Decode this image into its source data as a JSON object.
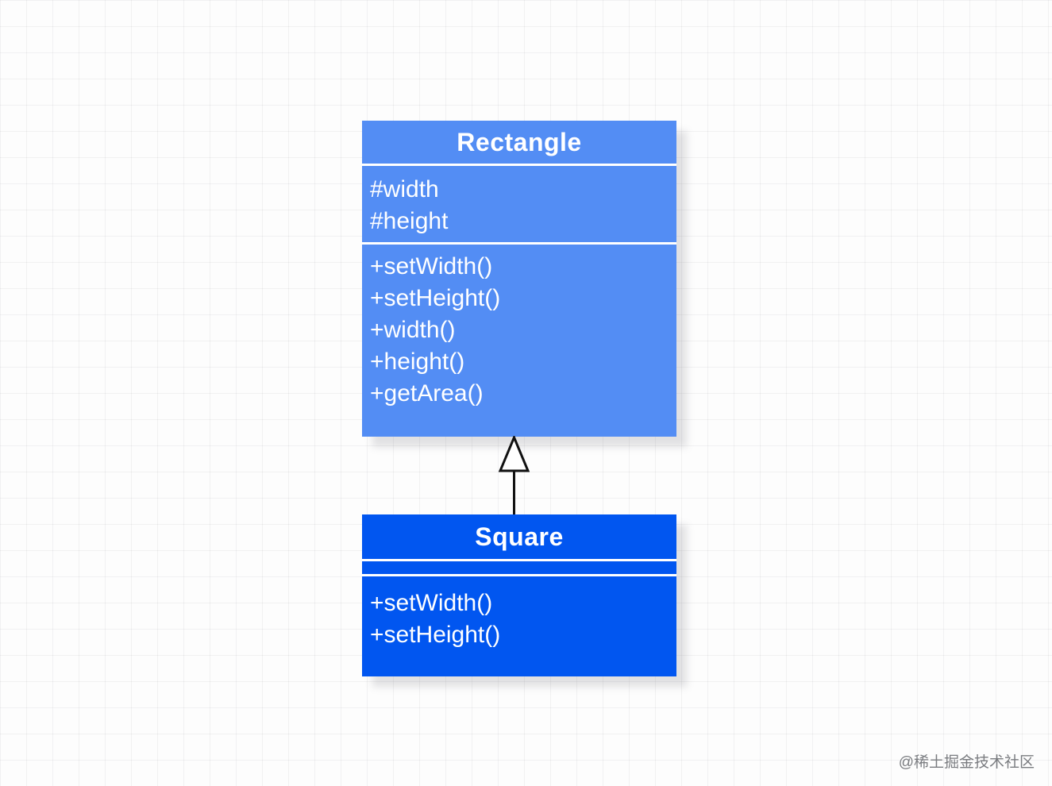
{
  "diagram": {
    "type": "uml-class-diagram",
    "classes": [
      {
        "name": "Rectangle",
        "attributes": [
          "#width",
          "#height"
        ],
        "methods": [
          "+setWidth()",
          "+setHeight()",
          "+width()",
          "+height()",
          "+getArea()"
        ],
        "fill_color": "#538DF4"
      },
      {
        "name": "Square",
        "attributes": [],
        "methods": [
          "+setWidth()",
          "+setHeight()"
        ],
        "fill_color": "#0156F0"
      }
    ],
    "relationship": {
      "type": "inheritance",
      "from": "Square",
      "to": "Rectangle",
      "arrow_style": "hollow-triangle",
      "arrow_color": "#111111"
    }
  },
  "colors": {
    "background": "#FDFDFD",
    "grid_line": "#ECECEE",
    "divider": "#FFFFFF",
    "class_text": "#FFFFFF",
    "watermark_text": "#7A7C80"
  },
  "watermark": {
    "text": "@稀土掘金技术社区"
  }
}
